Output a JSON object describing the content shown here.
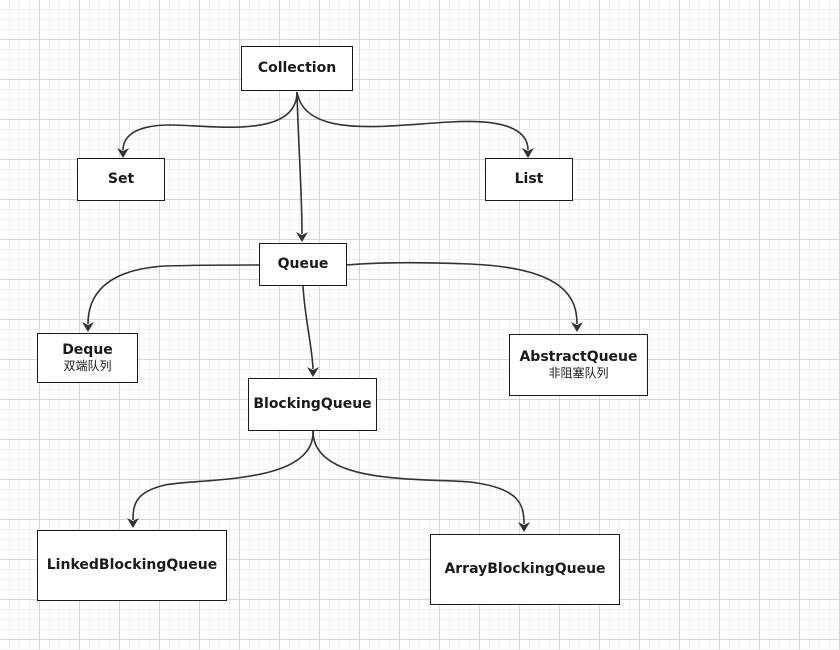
{
  "diagram": {
    "nodes": {
      "collection": {
        "title": "Collection"
      },
      "set": {
        "title": "Set"
      },
      "list": {
        "title": "List"
      },
      "queue": {
        "title": "Queue"
      },
      "deque": {
        "title": "Deque",
        "subtitle": "双端队列"
      },
      "abstract_queue": {
        "title": "AbstractQueue",
        "subtitle": "非阻塞队列"
      },
      "blocking_queue": {
        "title": "BlockingQueue"
      },
      "linked_blocking_queue": {
        "title": "LinkedBlockingQueue"
      },
      "array_blocking_queue": {
        "title": "ArrayBlockingQueue"
      }
    },
    "edges": [
      {
        "from": "Collection",
        "to": "Set"
      },
      {
        "from": "Collection",
        "to": "Queue"
      },
      {
        "from": "Collection",
        "to": "List"
      },
      {
        "from": "Queue",
        "to": "Deque"
      },
      {
        "from": "Queue",
        "to": "BlockingQueue"
      },
      {
        "from": "Queue",
        "to": "AbstractQueue"
      },
      {
        "from": "BlockingQueue",
        "to": "LinkedBlockingQueue"
      },
      {
        "from": "BlockingQueue",
        "to": "ArrayBlockingQueue"
      }
    ],
    "colors": {
      "line": "#333333",
      "border": "#1a1a1a",
      "background": "#ffffff"
    }
  }
}
